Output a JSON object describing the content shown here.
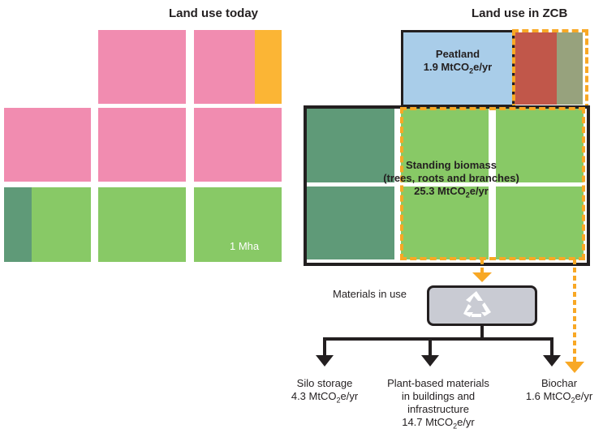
{
  "left": {
    "title": "Land use today",
    "unit_label": "1 Mha"
  },
  "right": {
    "title": "Land use in ZCB",
    "peatland": {
      "label": "Peatland",
      "value": "1.9 MtCO",
      "sub": "2",
      "unit": "e/yr"
    },
    "biomass": {
      "line1": "Standing biomass",
      "line2": "(trees, roots and branches)",
      "value": "25.3 MtCO",
      "sub": "2",
      "unit": "e/yr"
    }
  },
  "materials": {
    "label": "Materials in use",
    "icon": "recycle-icon"
  },
  "outputs": {
    "silo": {
      "line1": "Silo storage",
      "value": "4.3 MtCO",
      "sub": "2",
      "unit": "e/yr"
    },
    "plant": {
      "line1": "Plant-based materials",
      "line2": "in buildings and",
      "line3": "infrastructure",
      "value": "14.7 MtCO",
      "sub": "2",
      "unit": "e/yr"
    },
    "biochar": {
      "line1": "Biochar",
      "value": "1.6 MtCO",
      "sub": "2",
      "unit": "e/yr"
    }
  },
  "colors": {
    "pink": "#f18cb0",
    "green": "#88c966",
    "dark_green": "#5f9a78",
    "orange": "#fbb535",
    "peat_blue": "#a9cde9",
    "brick": "#c1574a",
    "olive": "#97a27d",
    "dashed_orange": "#f8a825",
    "box_grey": "#c9cbd3"
  }
}
